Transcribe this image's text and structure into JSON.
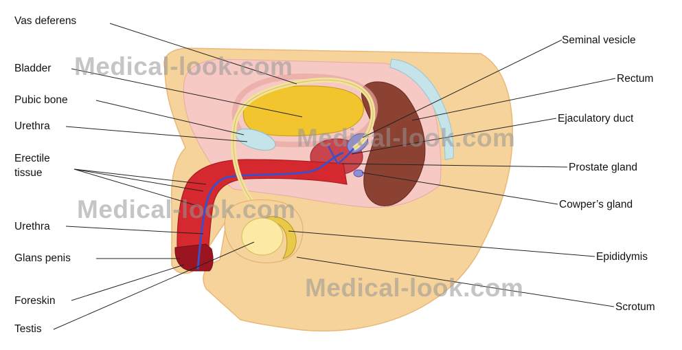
{
  "labels": {
    "vas_deferens": "Vas deferens",
    "bladder": "Bladder",
    "pubic_bone": "Pubic bone",
    "urethra_upper": "Urethra",
    "erectile_tissue": "Erectile\ntissue",
    "urethra_lower": "Urethra",
    "glans_penis": "Glans penis",
    "foreskin": "Foreskin",
    "testis": "Testis",
    "seminal_vesicle": "Seminal vesicle",
    "rectum": "Rectum",
    "ejaculatory_duct": "Ejaculatory duct",
    "prostate_gland": "Prostate gland",
    "cowpers_gland": "Cowper’s gland",
    "epididymis": "Epididymis",
    "scrotum": "Scrotum"
  },
  "watermark": {
    "text": "Medical-look.com"
  },
  "colors": {
    "skin": "#f6d39a",
    "body_cavity": "#f6c9c4",
    "bladder": "#f2c42e",
    "erectile": "#d6282f",
    "rectum": "#8c4232",
    "prostate": "#c9454d",
    "urethra": "#3a4fc8",
    "bone": "#c5e4ea",
    "testis": "#fbe9a4",
    "leader": "#222222"
  }
}
